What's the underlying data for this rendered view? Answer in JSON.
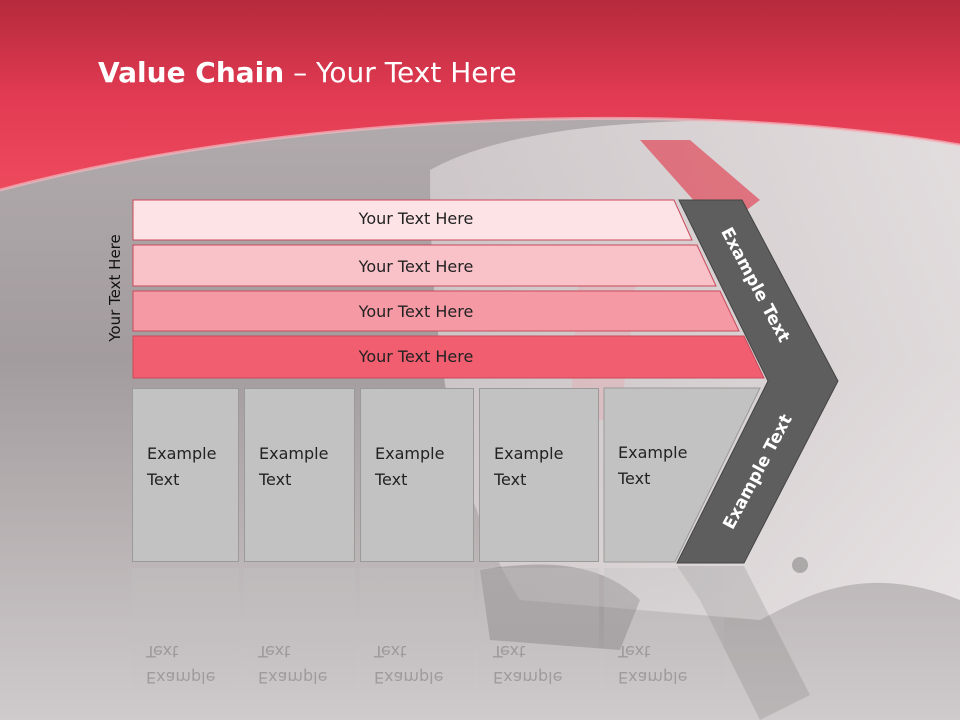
{
  "title": {
    "main": "Value Chain",
    "rest": " – Your Text Here"
  },
  "side_label": "Your Text Here",
  "rows": [
    {
      "label": "Your Text Here"
    },
    {
      "label": "Your Text Here"
    },
    {
      "label": "Your Text Here"
    },
    {
      "label": "Your Text Here"
    }
  ],
  "boxes": [
    {
      "line1": "Example",
      "line2": "Text"
    },
    {
      "line1": "Example",
      "line2": "Text"
    },
    {
      "line1": "Example",
      "line2": "Text"
    },
    {
      "line1": "Example",
      "line2": "Text"
    },
    {
      "line1": "Example",
      "line2": "Text"
    }
  ],
  "chevron": {
    "upper": "Example Text",
    "lower": "Example Text"
  },
  "colors": {
    "header_red": "#e8394f",
    "row1": "#fde3e6",
    "row2": "#f9c1c8",
    "row3": "#f59aa5",
    "row4": "#f05e70",
    "chevron_gray": "#5e5e5e",
    "box_gray": "#c2c2c2"
  }
}
